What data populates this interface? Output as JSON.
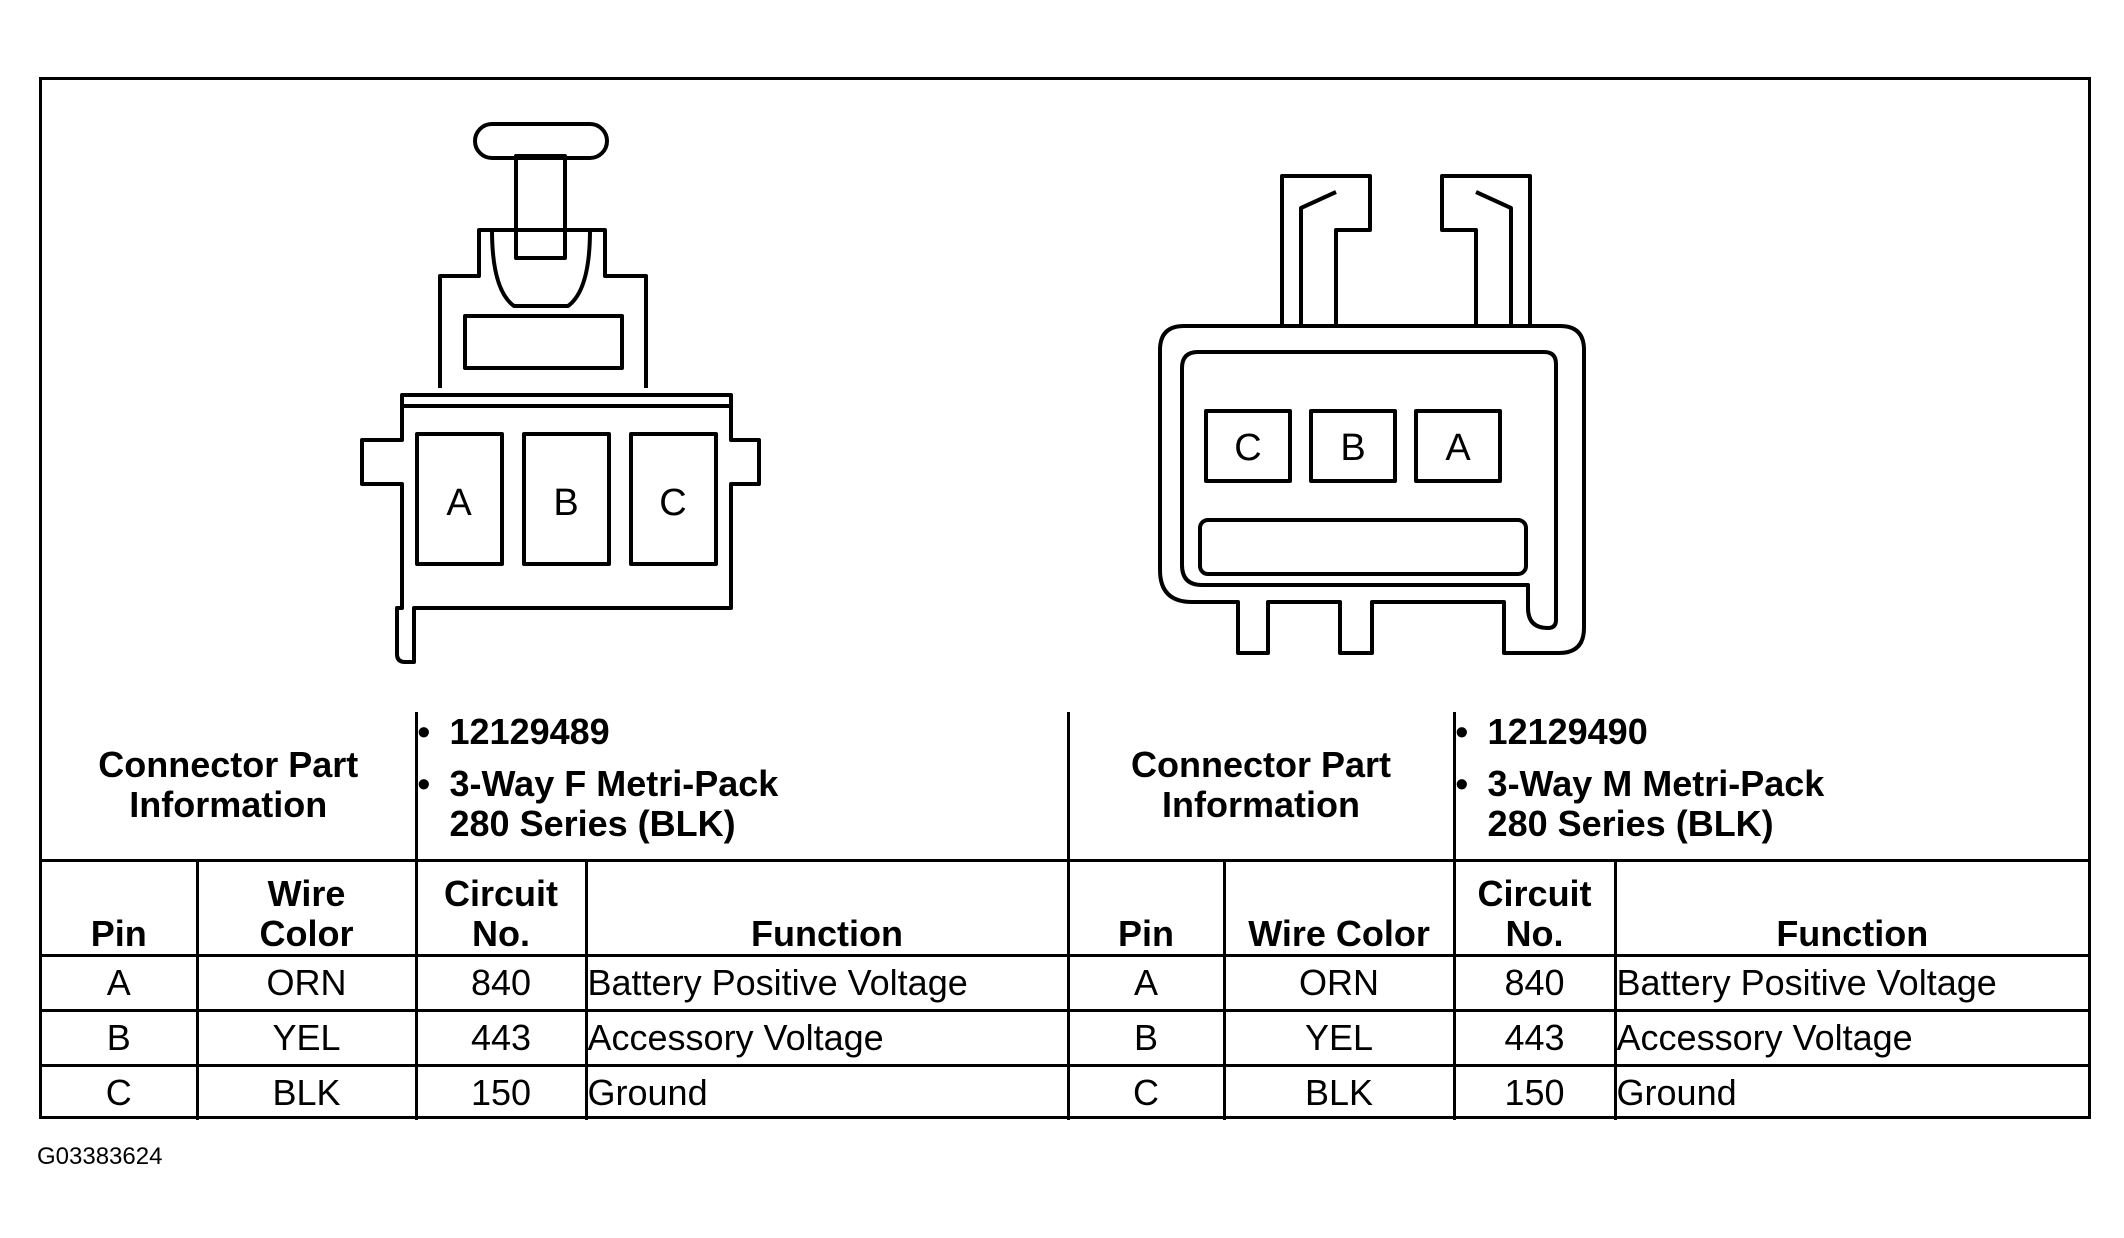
{
  "connectors": [
    {
      "side": "left",
      "cavities": [
        "A",
        "B",
        "C"
      ],
      "info_label": "Connector Part\nInformation",
      "info_items": [
        "12129489",
        "3-Way F Metri-Pack\n280 Series (BLK)"
      ]
    },
    {
      "side": "right",
      "cavities": [
        "C",
        "B",
        "A"
      ],
      "info_label": "Connector Part\nInformation",
      "info_items": [
        "12129490",
        "3-Way M Metri-Pack\n280 Series (BLK)"
      ]
    }
  ],
  "left_headers": {
    "pin": "Pin",
    "wire_color": "Wire\nColor",
    "circuit": "Circuit\nNo.",
    "function": "Function"
  },
  "right_headers": {
    "pin": "Pin",
    "wire_color": "Wire Color",
    "circuit": "Circuit\nNo.",
    "function": "Function"
  },
  "rows": [
    {
      "pin": "A",
      "wire_color": "ORN",
      "circuit": "840",
      "function": "Battery Positive Voltage"
    },
    {
      "pin": "B",
      "wire_color": "YEL",
      "circuit": "443",
      "function": "Accessory Voltage"
    },
    {
      "pin": "C",
      "wire_color": "BLK",
      "circuit": "150",
      "function": "Ground"
    }
  ],
  "reference_code": "G03383624"
}
